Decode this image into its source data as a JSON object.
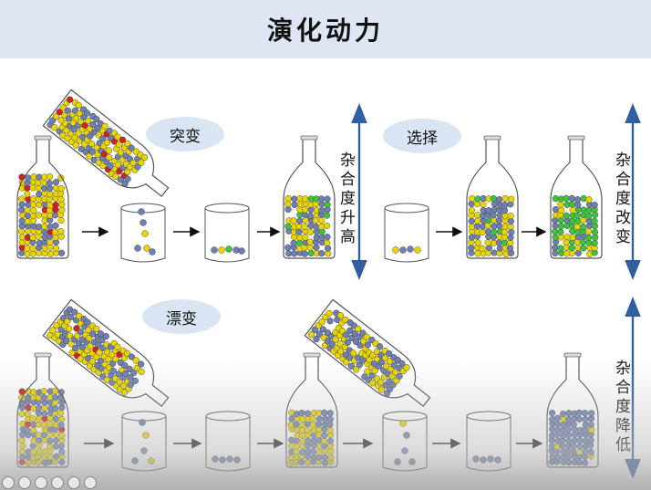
{
  "header": {
    "title": "演化动力"
  },
  "labels": {
    "mutation": "突变",
    "selection": "选择",
    "drift": "漂变"
  },
  "side_labels": {
    "heterozygosity_up": "杂合度升高",
    "heterozygosity_change": "杂合度改变",
    "heterozygosity_down": "杂合度降低"
  },
  "colors": {
    "title_bg": "#dde6f2",
    "ellipse_bg": "#d9e5f3",
    "vertical_arrow": "#2f5f9e",
    "bead_yellow": "#e8d400",
    "bead_blue": "#6f7fb0",
    "bead_red": "#d42020",
    "bead_green": "#3fc23f"
  },
  "icons": [
    "bottle-icon",
    "beaker-icon",
    "right-arrow-icon",
    "vertical-double-arrow-icon"
  ]
}
